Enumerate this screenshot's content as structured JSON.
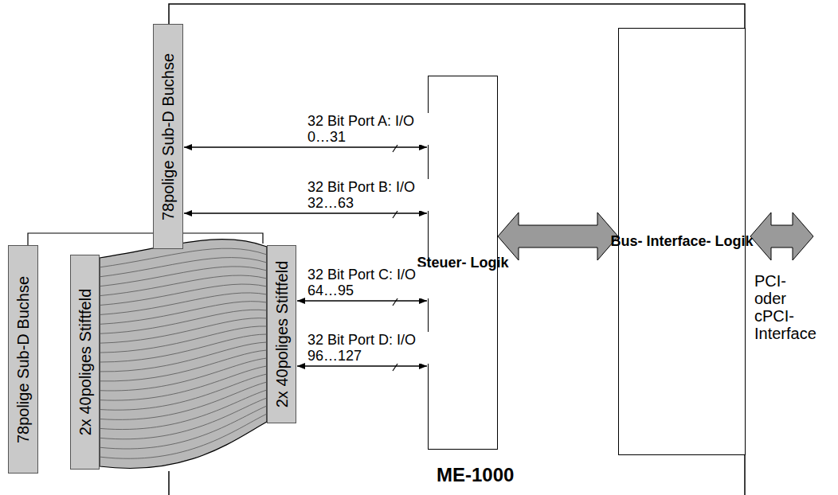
{
  "diagram": {
    "nodes": [
      {
        "text": [
          "ME-1000"
        ]
      },
      {
        "text": [
          "78polige Sub-D Buchse"
        ]
      },
      {
        "text": [
          "Steuer- Logik"
        ],
        "in": 0
      },
      {
        "text": [
          "Bus- Interface- Logik"
        ],
        "in": 0
      },
      {
        "text": [
          "78polige Sub-D Buchse"
        ]
      },
      {
        "text": [
          "2x 40poliges Stiftfeld"
        ]
      },
      {
        "text": [
          "2x 40poliges Stiftfeld"
        ]
      }
    ],
    "edges": [
      {
        "from": 1,
        "to": 2,
        "arrow": "both",
        "label": "32 Bit Port A: I/O 0…31"
      },
      {
        "from": 1,
        "to": 2,
        "arrow": "both",
        "label": "32 Bit Port B: I/O 32…63"
      },
      {
        "from": 6,
        "to": 2,
        "arrow": "both",
        "label": "32 Bit Port C: I/O 64…95"
      },
      {
        "from": 6,
        "to": 2,
        "arrow": "both",
        "label": "32 Bit Port D: I/O 96…127"
      },
      {
        "from": 2,
        "to": 3,
        "arrow": "both"
      },
      {
        "from": 5,
        "to": 6,
        "arrow": "none"
      }
    ],
    "labels": [
      "PCI- oder cPCI- Interface"
    ]
  }
}
